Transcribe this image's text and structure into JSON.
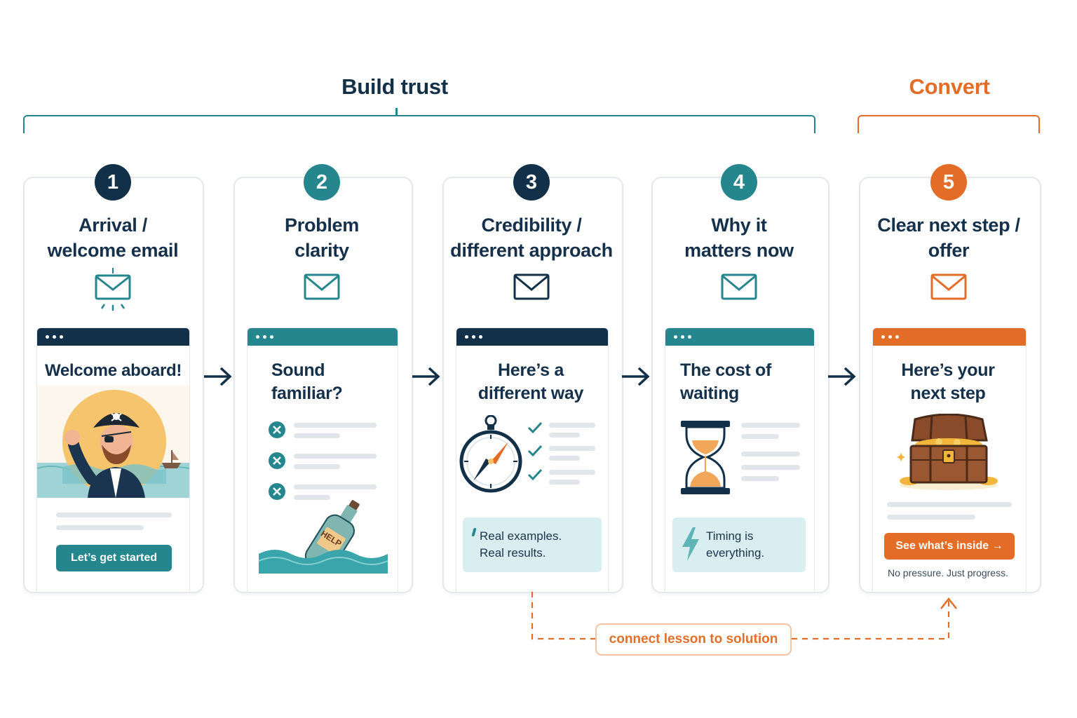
{
  "phases": {
    "trust": "Build trust",
    "convert": "Convert"
  },
  "colors": {
    "navy": "#123047",
    "teal": "#26868e",
    "orange": "#e36d27",
    "card_border": "#e4e8ec"
  },
  "steps": [
    {
      "number": "1",
      "title_line1": "Arrival /",
      "title_line2": "welcome email",
      "icon": "envelope-icon",
      "screen_heading": "Welcome aboard!",
      "illustration": "waving-pirate-illustration",
      "button": "Let’s get started"
    },
    {
      "number": "2",
      "title_line1": "Problem",
      "title_line2": "clarity",
      "icon": "envelope-icon",
      "screen_heading_line1": "Sound",
      "screen_heading_line2": "familiar?",
      "illustration": "message-in-bottle-illustration",
      "bottle_label": "HELP"
    },
    {
      "number": "3",
      "title_line1": "Credibility /",
      "title_line2": "different approach",
      "icon": "envelope-icon",
      "screen_heading_line1": "Here’s a",
      "screen_heading_line2": "different way",
      "illustration": "compass-illustration",
      "note_line1": "Real examples.",
      "note_line2": "Real results."
    },
    {
      "number": "4",
      "title_line1": "Why it",
      "title_line2": "matters now",
      "icon": "envelope-icon",
      "screen_heading_line1": "The cost of",
      "screen_heading_line2": "waiting",
      "illustration": "hourglass-illustration",
      "note_line1": "Timing is",
      "note_line2": "everything."
    },
    {
      "number": "5",
      "title_line1": "Clear next step /",
      "title_line2": "offer",
      "icon": "envelope-icon",
      "screen_heading_line1": "Here’s your",
      "screen_heading_line2": "next step",
      "illustration": "treasure-chest-illustration",
      "button": "See what’s inside →",
      "footnote": "No pressure. Just progress."
    }
  ],
  "connector": {
    "label": "connect lesson to solution"
  }
}
